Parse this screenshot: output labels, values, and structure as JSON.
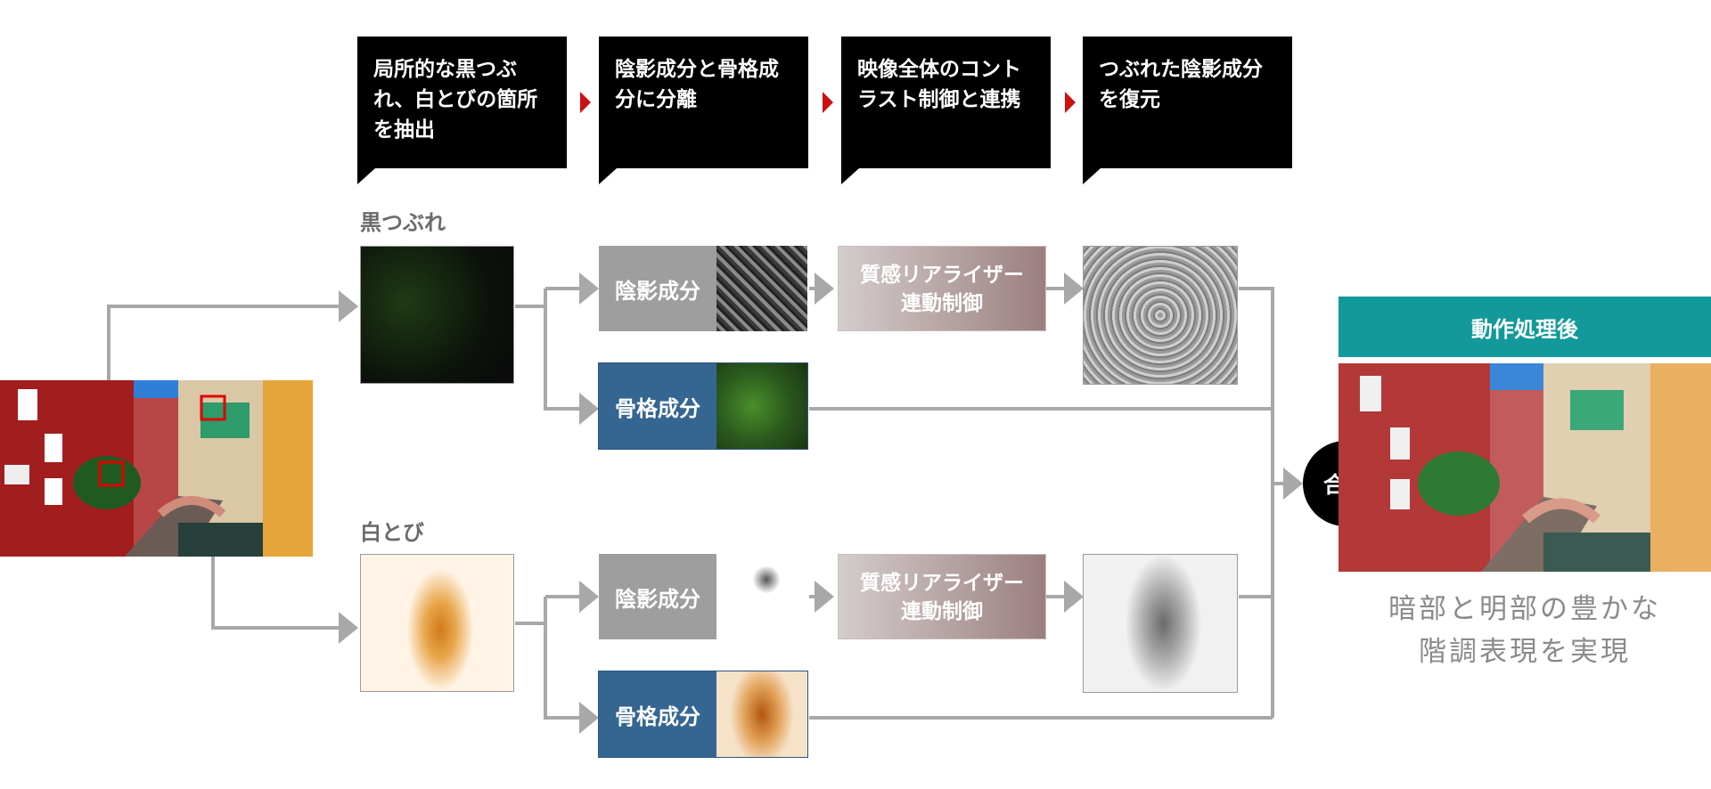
{
  "steps": [
    {
      "text": "局所的な黒つぶ\nれ、白とびの箇所\nを抽出"
    },
    {
      "text": "陰影成分と骨格成\n分に分離"
    },
    {
      "text": "映像全体のコント\nラスト制御と連携"
    },
    {
      "text": "つぶれた陰影成分\nを復元"
    }
  ],
  "rows": {
    "crushed": {
      "label": "黒つぶれ"
    },
    "blown": {
      "label": "白とび"
    }
  },
  "components": {
    "shadow": "陰影成分",
    "skeleton": "骨格成分",
    "realizer": "質感リアライザー\n連動制御"
  },
  "merge": {
    "label": "合成"
  },
  "after": {
    "title": "動作処理後",
    "caption": "暗部と明部の豊かな\n階調表現を実現"
  },
  "colors": {
    "arrow": "#a8a8a8",
    "step_marker": "#cc1111",
    "skeleton": "#356691",
    "shadow": "#9e9e9e",
    "teal": "#13999a"
  }
}
